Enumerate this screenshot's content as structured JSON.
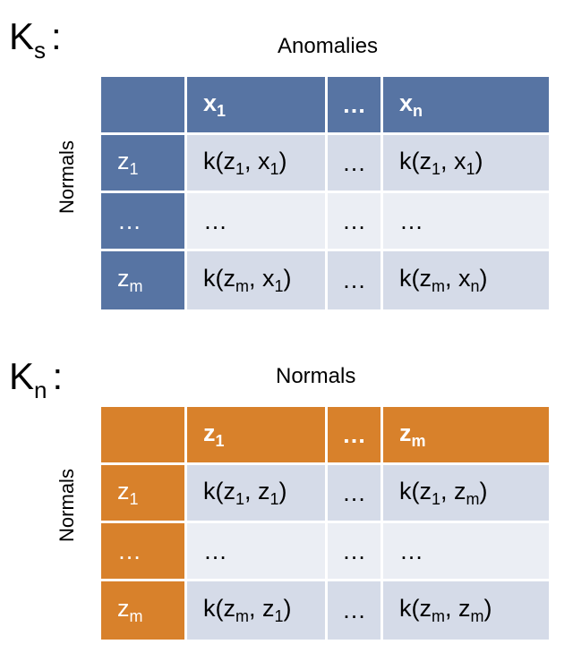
{
  "colors": {
    "blue": "#5774a3",
    "orange": "#d8812b",
    "cell_dark": "#d5dbe8",
    "cell_light": "#ebeef4"
  },
  "ks": {
    "label": "K",
    "label_sub": "s",
    "colon": ":",
    "header": "Anomalies",
    "side": "Normals",
    "col_headers": [
      {
        "base": "x",
        "sub": "1"
      },
      {
        "base": "…",
        "sub": ""
      },
      {
        "base": "x",
        "sub": "n"
      }
    ],
    "rows": [
      {
        "head_base": "z",
        "head_sub": "1",
        "c1": [
          "k(z",
          "1",
          ", x",
          "1",
          ")"
        ],
        "c2": "…",
        "c3": [
          "k(z",
          "1",
          ", x",
          "1",
          ")"
        ]
      },
      {
        "head_base": "…",
        "head_sub": "",
        "c1": [
          "…",
          "",
          "",
          "",
          ""
        ],
        "c2": "…",
        "c3": [
          "…",
          "",
          "",
          "",
          ""
        ]
      },
      {
        "head_base": "z",
        "head_sub": "m",
        "c1": [
          "k(z",
          "m",
          ", x",
          "1",
          ")"
        ],
        "c2": "…",
        "c3": [
          "k(z",
          "m",
          ", x",
          "n",
          ")"
        ]
      }
    ]
  },
  "kn": {
    "label": "K",
    "label_sub": "n",
    "colon": ":",
    "header": "Normals",
    "side": "Normals",
    "col_headers": [
      {
        "base": "z",
        "sub": "1"
      },
      {
        "base": "…",
        "sub": ""
      },
      {
        "base": "z",
        "sub": "m"
      }
    ],
    "rows": [
      {
        "head_base": "z",
        "head_sub": "1",
        "c1": [
          "k(z",
          "1",
          ", z",
          "1",
          ")"
        ],
        "c2": "…",
        "c3": [
          "k(z",
          "1",
          ", z",
          "m",
          ")"
        ]
      },
      {
        "head_base": "…",
        "head_sub": "",
        "c1": [
          "…",
          "",
          "",
          "",
          ""
        ],
        "c2": "…",
        "c3": [
          "…",
          "",
          "",
          "",
          ""
        ]
      },
      {
        "head_base": "z",
        "head_sub": "m",
        "c1": [
          "k(z",
          "m",
          ", z",
          "1",
          ")"
        ],
        "c2": "…",
        "c3": [
          "k(z",
          "m",
          ", z",
          "m",
          ")"
        ]
      }
    ]
  }
}
